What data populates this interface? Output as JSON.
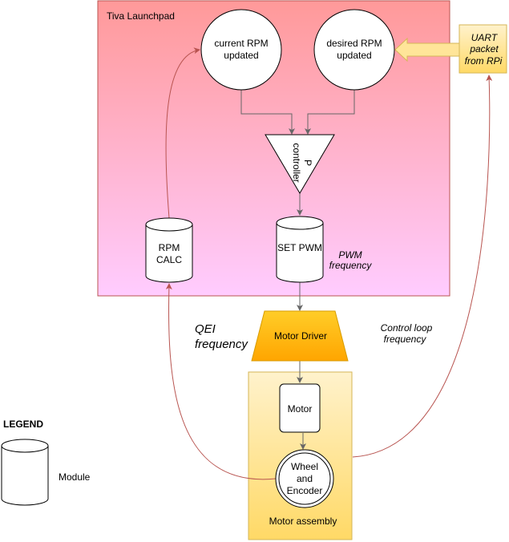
{
  "diagram": {
    "tiva": {
      "label": "Tiva Launchpad"
    },
    "current_rpm": {
      "line1": "current RPM",
      "line2": "updated"
    },
    "desired_rpm": {
      "line1": "desired RPM",
      "line2": "updated"
    },
    "uart": {
      "line1": "UART",
      "line2": "packet",
      "line3": "from RPi"
    },
    "p_controller": {
      "line1": "P",
      "line2": "controller"
    },
    "rpm_calc": {
      "line1": "RPM",
      "line2": "CALC"
    },
    "set_pwm": {
      "label": "SET PWM"
    },
    "pwm_frequency": {
      "line1": "PWM",
      "line2": "frequency"
    },
    "motor_driver": {
      "label": "Motor Driver"
    },
    "qei_frequency": {
      "line1": "QEI",
      "line2": "frequency"
    },
    "control_loop": {
      "line1": "Control loop",
      "line2": "frequency"
    },
    "motor_assembly": {
      "label": "Motor assembly"
    },
    "motor": {
      "label": "Motor"
    },
    "wheel_encoder": {
      "line1": "Wheel",
      "line2": "and",
      "line3": "Encoder"
    },
    "legend": {
      "title": "LEGEND",
      "module_label": "Module"
    }
  },
  "colors": {
    "tiva_top": "#FF9999",
    "tiva_bottom": "#FFCCFF",
    "tiva_stroke": "#B85450",
    "assembly_top": "#FFF2CC",
    "assembly_bottom": "#FFD966",
    "assembly_stroke": "#D6B656",
    "driver_top": "#FFCD28",
    "driver_bottom": "#FFA500",
    "driver_stroke": "#D79B00",
    "arrow_gray": "#666666",
    "arrow_red": "#B85450"
  }
}
